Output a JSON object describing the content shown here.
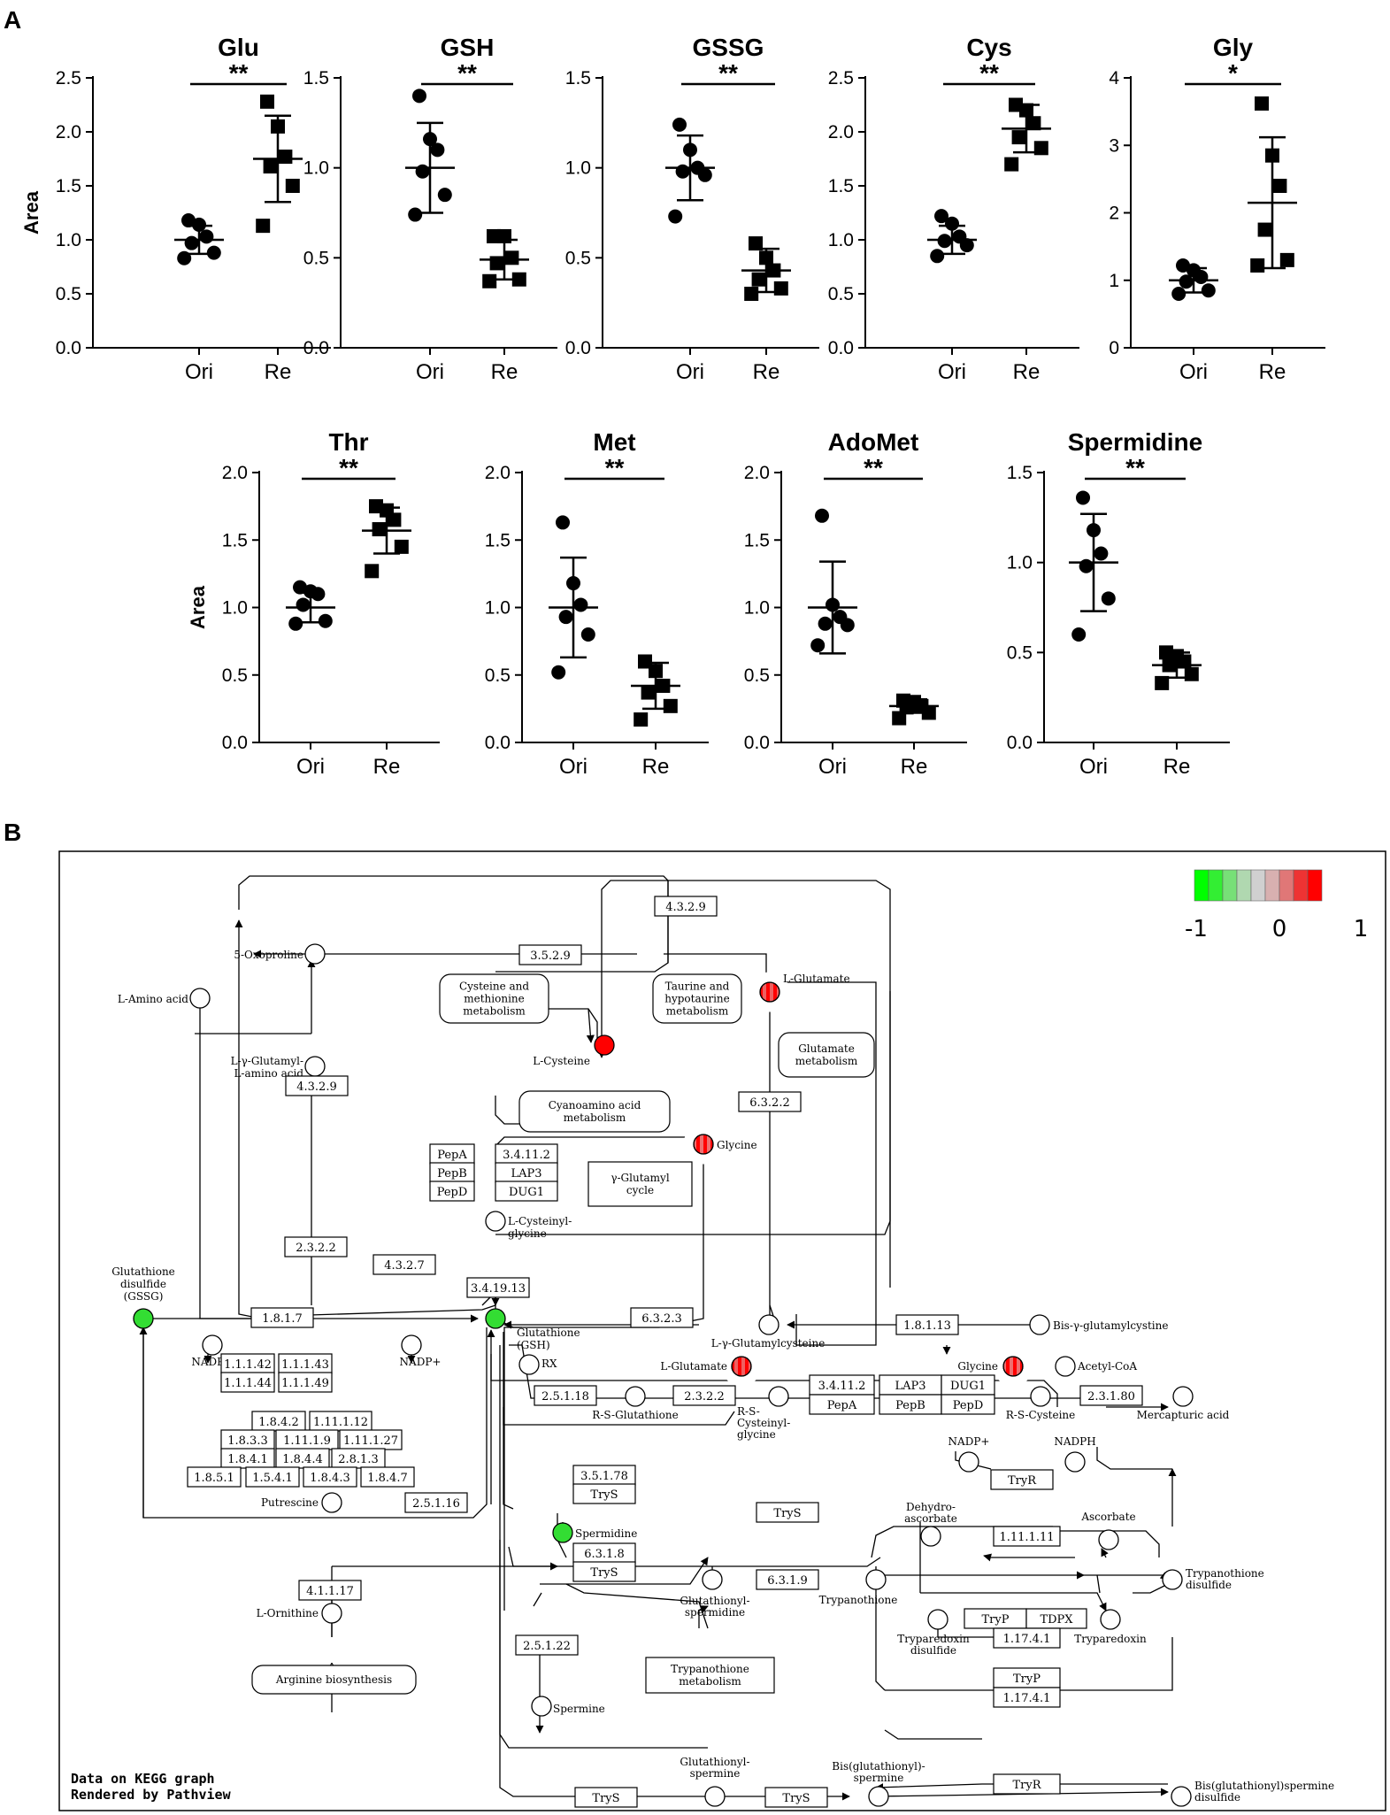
{
  "panel_a_label": "A",
  "panel_b_label": "B",
  "chart_data": [
    {
      "type": "scatter",
      "title": "Glu",
      "ylabel": "Area",
      "categories": [
        "Ori",
        "Re"
      ],
      "ylim": [
        0,
        2.5
      ],
      "yticks": [
        "0.0",
        "0.5",
        "1.0",
        "1.5",
        "2.0",
        "2.5"
      ],
      "significance": "**",
      "series": [
        {
          "name": "Ori",
          "values": [
            0.83,
            0.88,
            0.97,
            1.03,
            1.14,
            1.18
          ],
          "mean": 1.0,
          "sd": 0.13
        },
        {
          "name": "Re",
          "values": [
            1.13,
            1.5,
            1.68,
            1.77,
            2.05,
            2.28
          ],
          "mean": 1.75,
          "sd": 0.4
        }
      ]
    },
    {
      "type": "scatter",
      "title": "GSH",
      "ylabel": "",
      "categories": [
        "Ori",
        "Re"
      ],
      "ylim": [
        0,
        1.5
      ],
      "yticks": [
        "0.0",
        "0.5",
        "1.0",
        "1.5"
      ],
      "significance": "**",
      "series": [
        {
          "name": "Ori",
          "values": [
            0.74,
            0.85,
            0.98,
            1.1,
            1.16,
            1.4
          ],
          "mean": 1.0,
          "sd": 0.25
        },
        {
          "name": "Re",
          "values": [
            0.37,
            0.38,
            0.47,
            0.5,
            0.62,
            0.62
          ],
          "mean": 0.49,
          "sd": 0.11
        }
      ]
    },
    {
      "type": "scatter",
      "title": "GSSG",
      "ylabel": "",
      "categories": [
        "Ori",
        "Re"
      ],
      "ylim": [
        0,
        1.5
      ],
      "yticks": [
        "0.0",
        "0.5",
        "1.0",
        "1.5"
      ],
      "significance": "**",
      "series": [
        {
          "name": "Ori",
          "values": [
            0.73,
            0.96,
            0.98,
            1.0,
            1.1,
            1.24
          ],
          "mean": 1.0,
          "sd": 0.18
        },
        {
          "name": "Re",
          "values": [
            0.3,
            0.33,
            0.38,
            0.43,
            0.5,
            0.58
          ],
          "mean": 0.43,
          "sd": 0.12
        }
      ]
    },
    {
      "type": "scatter",
      "title": "Cys",
      "ylabel": "",
      "categories": [
        "Ori",
        "Re"
      ],
      "ylim": [
        0,
        2.5
      ],
      "yticks": [
        "0.0",
        "0.5",
        "1.0",
        "1.5",
        "2.0",
        "2.5"
      ],
      "significance": "**",
      "series": [
        {
          "name": "Ori",
          "values": [
            0.85,
            0.95,
            0.99,
            1.03,
            1.15,
            1.22
          ],
          "mean": 1.0,
          "sd": 0.13
        },
        {
          "name": "Re",
          "values": [
            1.7,
            1.85,
            1.95,
            2.08,
            2.2,
            2.25
          ],
          "mean": 2.03,
          "sd": 0.22
        }
      ]
    },
    {
      "type": "scatter",
      "title": "Gly",
      "ylabel": "",
      "categories": [
        "Ori",
        "Re"
      ],
      "ylim": [
        0,
        4
      ],
      "yticks": [
        "0",
        "1",
        "2",
        "3",
        "4"
      ],
      "significance": "*",
      "series": [
        {
          "name": "Ori",
          "values": [
            0.8,
            0.85,
            0.98,
            1.05,
            1.15,
            1.22
          ],
          "mean": 1.0,
          "sd": 0.18
        },
        {
          "name": "Re",
          "values": [
            1.22,
            1.3,
            1.75,
            2.4,
            2.85,
            3.62
          ],
          "mean": 2.15,
          "sd": 0.97
        }
      ]
    },
    {
      "type": "scatter",
      "title": "Thr",
      "ylabel": "Area",
      "categories": [
        "Ori",
        "Re"
      ],
      "ylim": [
        0,
        2.0
      ],
      "yticks": [
        "0.0",
        "0.5",
        "1.0",
        "1.5",
        "2.0"
      ],
      "significance": "**",
      "series": [
        {
          "name": "Ori",
          "values": [
            0.88,
            0.9,
            1.02,
            1.1,
            1.12,
            1.15
          ],
          "mean": 1.0,
          "sd": 0.11
        },
        {
          "name": "Re",
          "values": [
            1.27,
            1.45,
            1.58,
            1.65,
            1.72,
            1.75
          ],
          "mean": 1.57,
          "sd": 0.17
        }
      ]
    },
    {
      "type": "scatter",
      "title": "Met",
      "ylabel": "",
      "categories": [
        "Ori",
        "Re"
      ],
      "ylim": [
        0,
        2.0
      ],
      "yticks": [
        "0.0",
        "0.5",
        "1.0",
        "1.5",
        "2.0"
      ],
      "significance": "**",
      "series": [
        {
          "name": "Ori",
          "values": [
            0.52,
            0.8,
            0.93,
            1.02,
            1.18,
            1.63
          ],
          "mean": 1.0,
          "sd": 0.37
        },
        {
          "name": "Re",
          "values": [
            0.17,
            0.27,
            0.37,
            0.42,
            0.53,
            0.6
          ],
          "mean": 0.42,
          "sd": 0.17
        }
      ]
    },
    {
      "type": "scatter",
      "title": "AdoMet",
      "ylabel": "",
      "categories": [
        "Ori",
        "Re"
      ],
      "ylim": [
        0,
        2.0
      ],
      "yticks": [
        "0.0",
        "0.5",
        "1.0",
        "1.5",
        "2.0"
      ],
      "significance": "**",
      "series": [
        {
          "name": "Ori",
          "values": [
            0.72,
            0.87,
            0.88,
            0.93,
            1.02,
            1.68
          ],
          "mean": 1.0,
          "sd": 0.34
        },
        {
          "name": "Re",
          "values": [
            0.18,
            0.22,
            0.26,
            0.27,
            0.3,
            0.31
          ],
          "mean": 0.27,
          "sd": 0.05
        }
      ]
    },
    {
      "type": "scatter",
      "title": "Spermidine",
      "ylabel": "",
      "categories": [
        "Ori",
        "Re"
      ],
      "ylim": [
        0,
        1.5
      ],
      "yticks": [
        "0.0",
        "0.5",
        "1.0",
        "1.5"
      ],
      "significance": "**",
      "series": [
        {
          "name": "Ori",
          "values": [
            0.6,
            0.8,
            0.98,
            1.05,
            1.18,
            1.36
          ],
          "mean": 1.0,
          "sd": 0.27
        },
        {
          "name": "Re",
          "values": [
            0.33,
            0.38,
            0.43,
            0.45,
            0.48,
            0.5
          ],
          "mean": 0.43,
          "sd": 0.07
        }
      ]
    }
  ],
  "pathway": {
    "legend_ticks": [
      "-1",
      "0",
      "1"
    ],
    "legend_colors": [
      "#00ff00",
      "#33ee33",
      "#77e077",
      "#b0d8b0",
      "#d0d0d0",
      "#d8b0b0",
      "#e07777",
      "#ee3333",
      "#ff0000"
    ],
    "node_colors": {
      "l_cysteine": "#ff0000",
      "l_glutamate": [
        "#ff0000",
        "#ee6060"
      ],
      "glycine": [
        "#ee7070",
        "#ff0000"
      ],
      "gssg": "#33dd33",
      "gsh": "#33dd33",
      "spermidine": "#33dd33"
    },
    "nodes": {
      "oxoproline": "5-Oxoproline",
      "l_amino_acid": "L-Amino acid",
      "gluamyl_l1": "L-γ-Glutamyl-",
      "gluamyl_l2": "L-amino acid",
      "cys_meth_1": "Cysteine and",
      "cys_meth_2": "methionine",
      "cys_meth_3": "metabolism",
      "taurine_1": "Taurine and",
      "taurine_2": "hypotaurine",
      "taurine_3": "metabolism",
      "l_glutamate": "L-Glutamate",
      "glu_met_1": "Glutamate",
      "glu_met_2": "metabolism",
      "l_cysteine": "L-Cysteine",
      "cyanoamino_1": "Cyanoamino acid",
      "cyanoamino_2": "metabolism",
      "glycine": "Glycine",
      "gamma_cycle_1": "γ-Glutamyl",
      "gamma_cycle_2": "cycle",
      "cysgly_1": "L-Cysteinyl-",
      "cysgly_2": "glycine",
      "gssg_1": "Glutathione",
      "gssg_2": "disulfide",
      "gssg_3": "(GSSG)",
      "gsh_1": "Glutathione",
      "gsh_2": "(GSH)",
      "nadph": "NADPH",
      "nadp": "NADP+",
      "gluamylcys": "L-γ-Glutamylcysteine",
      "bis_gluamylcys": "Bis-γ-glutamylcystine",
      "rx": "RX",
      "l_glutamate2": "L-Glutamate",
      "glycine2": "Glycine",
      "acetyl_coa": "Acetyl-CoA",
      "rs_glutathione": "R-S-Glutathione",
      "rs_cysgly_1": "R-S-",
      "rs_cysgly_2": "Cysteinyl-",
      "rs_cysgly_3": "glycine",
      "rs_cysteine": "R-S-Cysteine",
      "mercapturic": "Mercapturic acid",
      "nadp2": "NADP+",
      "nadph2": "NADPH",
      "dehydro_1": "Dehydro-",
      "dehydro_2": "ascorbate",
      "ascorbate": "Ascorbate",
      "putrescine": "Putrescine",
      "spermidine": "Spermidine",
      "lornithine": "L-Ornithine",
      "arginine": "Arginine biosynthesis",
      "gsp_1": "Glutathionyl-",
      "gsp_2": "spermidine",
      "trypanothione": "Trypanothione",
      "tryp_dis_1": "Trypanothione",
      "tryp_dis_2": "disulfide",
      "trypx_dis_1": "Tryparedoxin",
      "trypx_dis_2": "disulfide",
      "trypx": "Tryparedoxin",
      "tryp_met_1": "Trypanothione",
      "tryp_met_2": "metabolism",
      "spermine": "Spermine",
      "gspm_1": "Glutathionyl-",
      "gspm_2": "spermine",
      "bis_gspm_1": "Bis(glutathionyl)-",
      "bis_gspm_2": "spermine",
      "bis_gspm_dis_1": "Bis(glutathionyl)spermine",
      "bis_gspm_dis_2": "disulfide"
    },
    "enzymes": {
      "e4329a": "4.3.2.9",
      "e3529": "3.5.2.9",
      "e4329b": "4.3.2.9",
      "pepA": "PepA",
      "e34112": "3.4.11.2",
      "pepB": "PepB",
      "lap3": "LAP3",
      "pepD": "PepD",
      "dug1": "DUG1",
      "e6322a": "6.3.2.2",
      "e2322a": "2.3.2.2",
      "e4327": "4.3.2.7",
      "e341913": "3.4.19.13",
      "e6323": "6.3.2.3",
      "e1817": "1.8.1.7",
      "e18113": "1.8.1.13",
      "e11142": "1.1.1.42",
      "e11143": "1.1.1.43",
      "e11144": "1.1.1.44",
      "e11149": "1.1.1.49",
      "e25118": "2.5.1.18",
      "e2322b": "2.3.2.2",
      "e34112b": "3.4.11.2",
      "lap3b": "LAP3",
      "dug1b": "DUG1",
      "pepAb": "PepA",
      "pepBb": "PepB",
      "pepDb": "PepD",
      "e23180": "2.3.1.80",
      "e1842": "1.8.4.2",
      "e111112": "1.11.1.12",
      "e1833": "1.8.3.3",
      "e11119": "1.11.1.9",
      "e111127": "1.11.1.27",
      "e1841": "1.8.4.1",
      "e1844": "1.8.4.4",
      "e2813": "2.8.1.3",
      "e1851": "1.8.5.1",
      "e1541": "1.5.4.1",
      "e1843": "1.8.4.3",
      "e1847": "1.8.4.7",
      "e35178": "3.5.1.78",
      "trys1": "TryS",
      "trys2": "TryS",
      "tryr1": "TryR",
      "e251116": "2.5.1.16",
      "e1111111": "1.11.1.11",
      "e6318": "6.3.1.8",
      "trys3": "TryS",
      "e6319": "6.3.1.9",
      "e41117": "4.1.1.17",
      "tryp": "TryP",
      "tdpx": "TDPX",
      "e11741": "1.17.4.1",
      "e25122": "2.5.1.22",
      "tryp2": "TryP",
      "e11741b": "1.17.4.1",
      "trys4": "TryS",
      "trys5": "TryS",
      "tryr2": "TryR"
    },
    "footer_1": "Data on KEGG graph",
    "footer_2": "Rendered by Pathview"
  }
}
